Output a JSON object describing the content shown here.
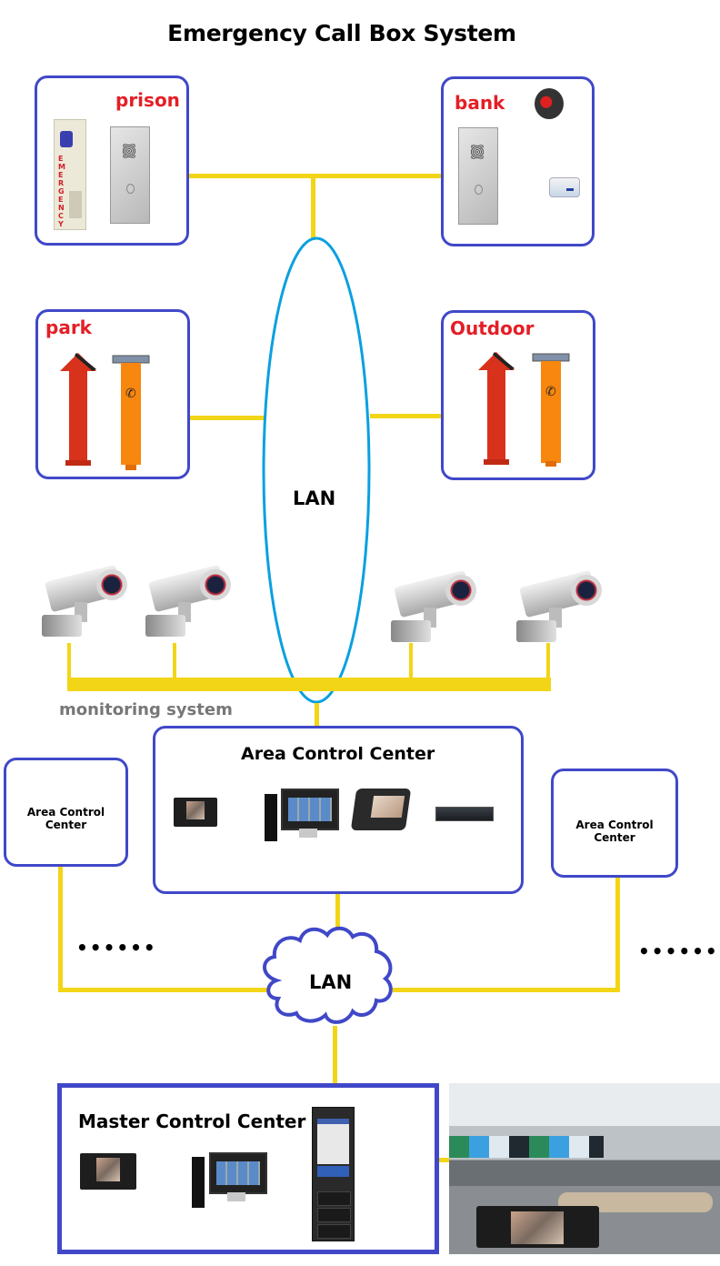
{
  "title": "Emergency Call Box System",
  "colors": {
    "box_border": "#4048c8",
    "connection_line": "#f2d516",
    "lan_ellipse": "#0aa0e0",
    "site_label": "#e41e26",
    "monitoring_label": "#777777"
  },
  "sites": [
    {
      "label": "prison",
      "devices": [
        "emergency-tower-icon",
        "intercom-panel-icon"
      ]
    },
    {
      "label": "bank",
      "devices": [
        "intercom-panel-icon",
        "alarm-siren-icon",
        "sensor-icon"
      ]
    },
    {
      "label": "park",
      "devices": [
        "red-call-pillar-icon",
        "orange-solar-call-pillar-icon"
      ]
    },
    {
      "label": "Outdoor",
      "devices": [
        "red-call-pillar-icon",
        "orange-solar-call-pillar-icon"
      ]
    }
  ],
  "lan_top": {
    "label": "LAN"
  },
  "monitoring": {
    "label": "monitoring system",
    "camera_count": 4
  },
  "area_control_center": {
    "title": "Area Control Center",
    "devices": [
      "dispatch-console-icon",
      "desktop-computer-icon",
      "video-phone-icon",
      "rack-server-icon"
    ]
  },
  "side_centers": [
    {
      "label": "Area Control Center"
    },
    {
      "label": "Area Control Center"
    }
  ],
  "ellipsis": "••••••",
  "lan_cloud": {
    "label": "LAN"
  },
  "master_control_center": {
    "title": "Master Control Center",
    "devices": [
      "dispatch-console-icon",
      "desktop-computer-icon",
      "server-cabinet-icon"
    ]
  },
  "control_room_photo": {
    "name": "control-room-photo"
  }
}
